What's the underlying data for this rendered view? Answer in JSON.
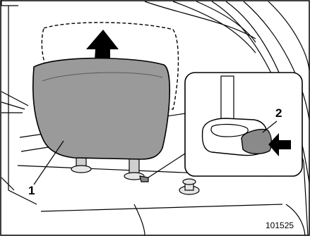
{
  "callouts": {
    "headrest": "1",
    "release_button": "2"
  },
  "figure_code": "101525",
  "icons": {
    "raise": "up-arrow-icon",
    "press": "push-arrow-icon"
  },
  "colors": {
    "headrest_fill": "#9a9a9a",
    "outline": "#000000",
    "background": "#ffffff"
  }
}
